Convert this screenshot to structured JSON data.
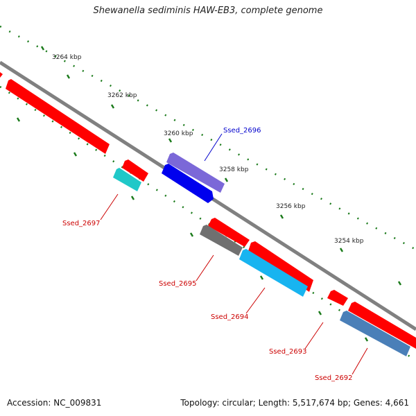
{
  "title": "Shewanella sediminis HAW-EB3, complete genome",
  "accession_text": "Accession: NC_009831",
  "topology_text": "Topology: circular; Length: 5,517,674 bp; Genes: 4,661",
  "ticks": [
    "3264 kbp",
    "3262 kbp",
    "3260 kbp",
    "3258 kbp",
    "3256 kbp",
    "3254 kbp"
  ],
  "gene_labels": [
    "Ssed_2696",
    "Ssed_2697",
    "Ssed_2695",
    "Ssed_2694",
    "Ssed_2693",
    "Ssed_2692"
  ],
  "colors": {
    "forward_gene": "#ff0000",
    "backbone": "#808080",
    "tick_mark": "#1a7a1a",
    "label_blue": "#0000cc",
    "label_red": "#cc0000",
    "ssed_2696": "#7b68d8",
    "ssed_2696_b": "#0000ee",
    "ssed_2697": "#20c8c8",
    "ssed_2695": "#707070",
    "ssed_2694": "#18b4f0",
    "ssed_2692": "#4a7fb8"
  }
}
